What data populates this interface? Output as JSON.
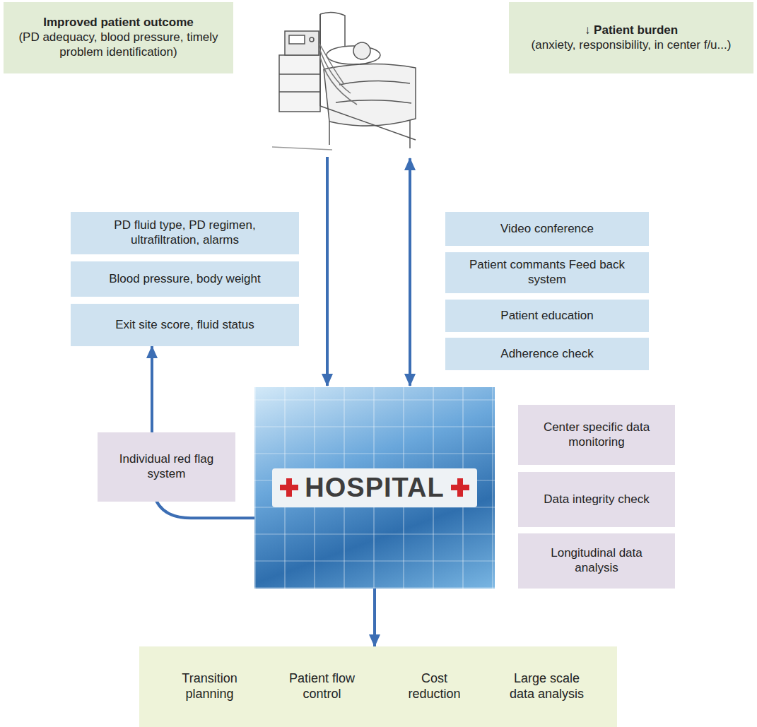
{
  "diagram": {
    "nodes": [
      {
        "text": [
          "Improved patient outcome",
          "(PD adequacy, blood pressure, timely problem identification)"
        ]
      },
      {
        "text": [
          "↓ Patient burden",
          "(anxiety, responsibility, in center f/u...)"
        ]
      },
      {
        "text": [
          "PD fluid type, PD regimen, ultrafiltration, alarms"
        ]
      },
      {
        "text": [
          "Blood pressure, body weight"
        ]
      },
      {
        "text": [
          "Exit site score, fluid status"
        ]
      },
      {
        "text": [
          "Video conference"
        ]
      },
      {
        "text": [
          "Patient commants Feed back system"
        ]
      },
      {
        "text": [
          "Patient education"
        ]
      },
      {
        "text": [
          "Adherence check"
        ]
      },
      {
        "text": [
          "Individual red flag system"
        ]
      },
      {
        "text": [
          "HOSPITAL"
        ]
      },
      {
        "text": [
          "Center specific data monitoring"
        ]
      },
      {
        "text": [
          "Data integrity check"
        ]
      },
      {
        "text": [
          "Longitudinal data analysis"
        ]
      },
      {
        "text": [
          "Transition planning",
          "Patient flow control",
          "Cost reduction",
          "Large scale data analysis"
        ]
      }
    ],
    "edges": [
      {
        "from": 10,
        "to": 4,
        "arrow": "to"
      },
      {
        "from": 10,
        "to": 14,
        "arrow": "to"
      }
    ]
  }
}
